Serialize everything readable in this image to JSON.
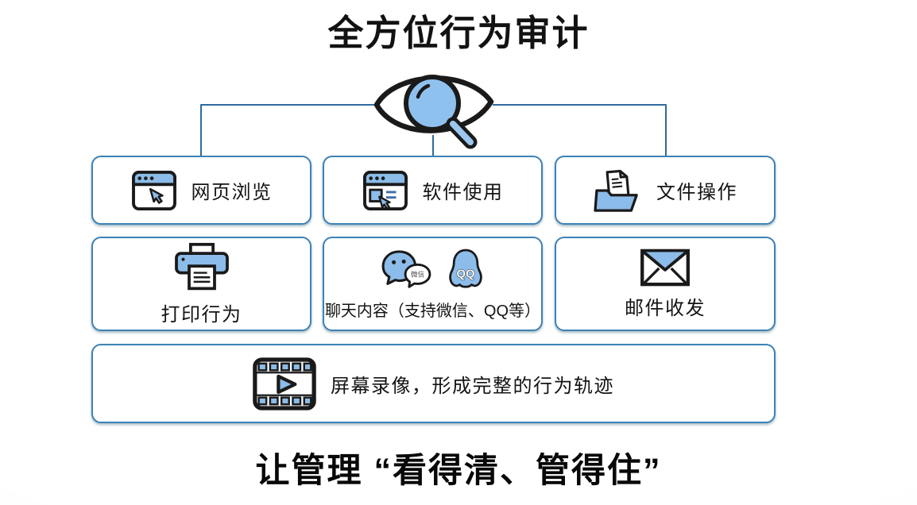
{
  "header": {
    "title": "全方位行为审计"
  },
  "footer": {
    "title": "让管理 “看得清、管得住”"
  },
  "cards": {
    "web": {
      "label": "网页浏览"
    },
    "software": {
      "label": "软件使用"
    },
    "files": {
      "label": "文件操作"
    },
    "print": {
      "label": "打印行为"
    },
    "chat": {
      "label": "聊天内容（支持微信、QQ等）",
      "wechat_badge": "微信",
      "qq_badge": "QQ"
    },
    "email": {
      "label": "邮件收发"
    },
    "screen": {
      "label": "屏幕录像，形成完整的行为轨迹"
    }
  },
  "colors": {
    "icon_fill": "#8cbce9",
    "icon_outline": "#1a1a1a",
    "card_border": "#3e82b6",
    "connector": "#2f6a9e"
  }
}
